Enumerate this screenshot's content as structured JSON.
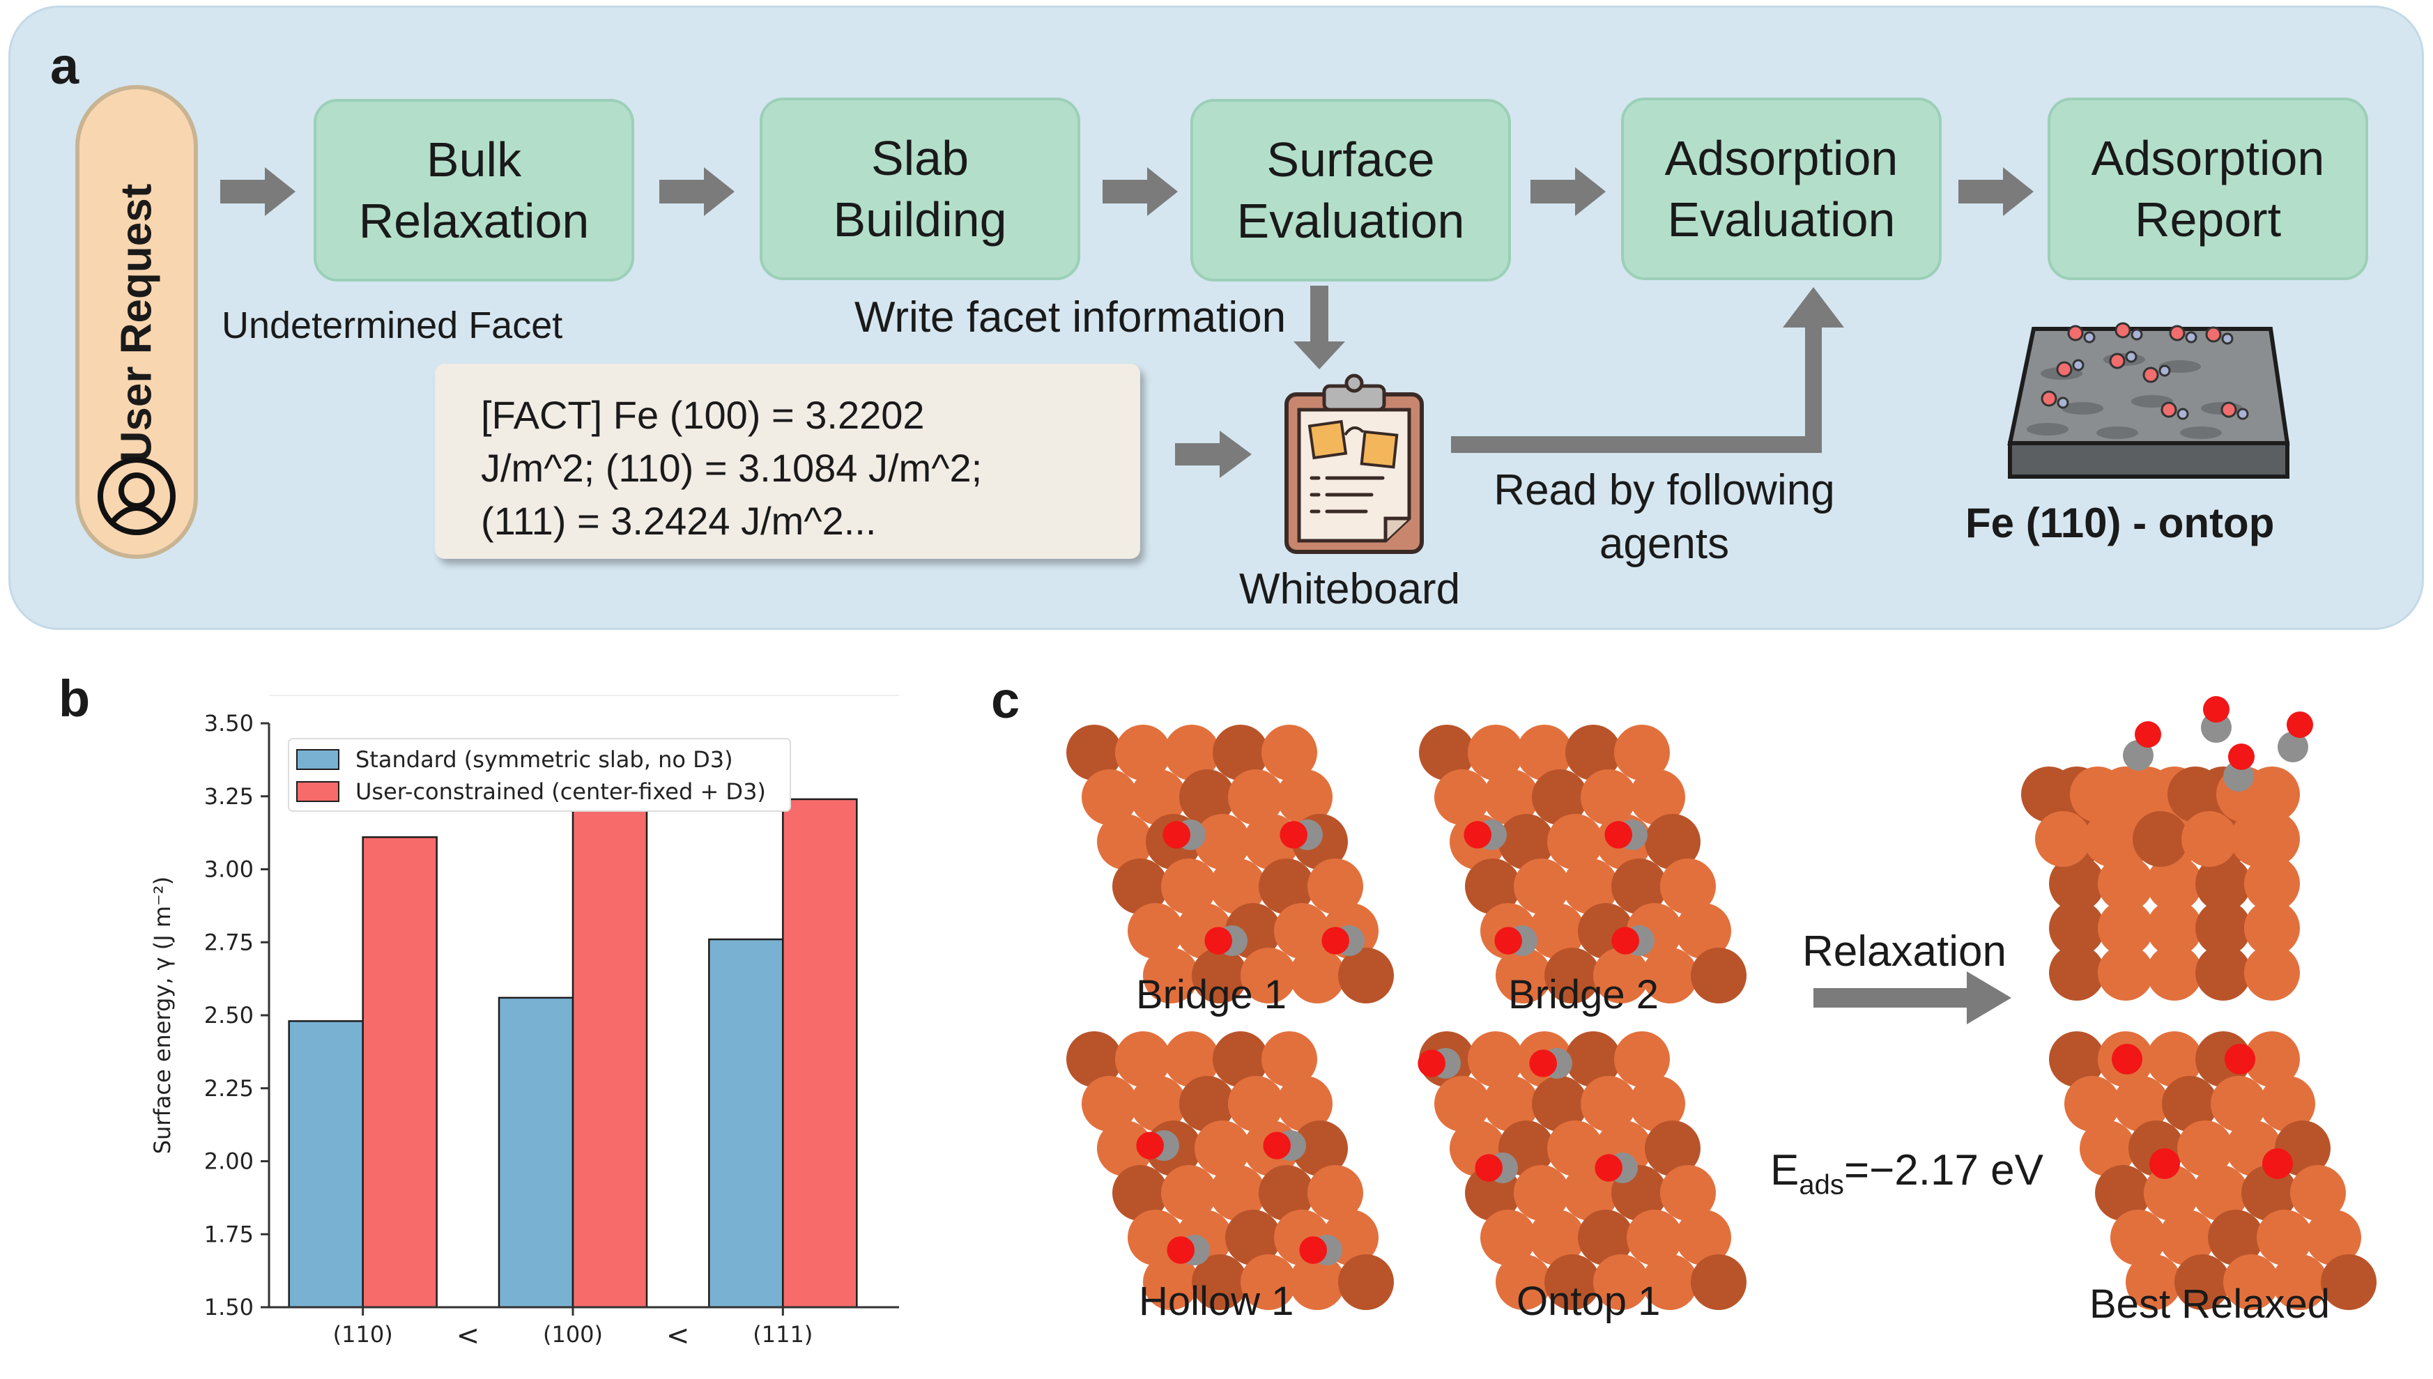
{
  "panel_a": {
    "letter": "a",
    "user_request": "User Request",
    "stages": [
      {
        "line1": "Bulk",
        "line2": "Relaxation"
      },
      {
        "line1": "Slab",
        "line2": "Building"
      },
      {
        "line1": "Surface",
        "line2": "Evaluation"
      },
      {
        "line1": "Adsorption",
        "line2": "Evaluation"
      },
      {
        "line1": "Adsorption",
        "line2": "Report"
      }
    ],
    "undetermined_facet": "Undetermined Facet",
    "write_facet": "Write facet information",
    "fact_lines": [
      "[FACT] Fe (100) = 3.2202",
      "J/m^2; (110) = 3.1084 J/m^2;",
      "(111) = 3.2424 J/m^2..."
    ],
    "whiteboard": "Whiteboard",
    "read_by_line1": "Read by following",
    "read_by_line2": "agents",
    "report_title": "Fe (110) - ontop"
  },
  "panel_b": {
    "letter": "b",
    "separators": [
      "<",
      "<"
    ]
  },
  "chart_data": {
    "type": "bar",
    "categories": [
      "(110)",
      "(100)",
      "(111)"
    ],
    "series": [
      {
        "name": "Standard (symmetric slab, no D3)",
        "values": [
          2.48,
          2.56,
          2.76
        ],
        "color": "#79b1d2"
      },
      {
        "name": "User-constrained (center-fixed + D3)",
        "values": [
          3.11,
          3.22,
          3.24
        ],
        "color": "#f76b6b"
      }
    ],
    "ylabel": "Surface energy, γ (J m⁻²)",
    "ylim": [
      1.5,
      3.5
    ],
    "yticks": [
      "1.50",
      "1.75",
      "2.00",
      "2.25",
      "2.50",
      "2.75",
      "3.00",
      "3.25",
      "3.50"
    ],
    "legend": "top-left",
    "grid": false
  },
  "panel_c": {
    "letter": "c",
    "labels": [
      "Bridge 1",
      "Bridge 2",
      "Hollow 1",
      "Ontop 1"
    ],
    "relaxation": "Relaxation",
    "eads_main": "E",
    "eads_sub": "ads",
    "eads_value": "=−2.17 eV",
    "best_relaxed": "Best Relaxed"
  }
}
